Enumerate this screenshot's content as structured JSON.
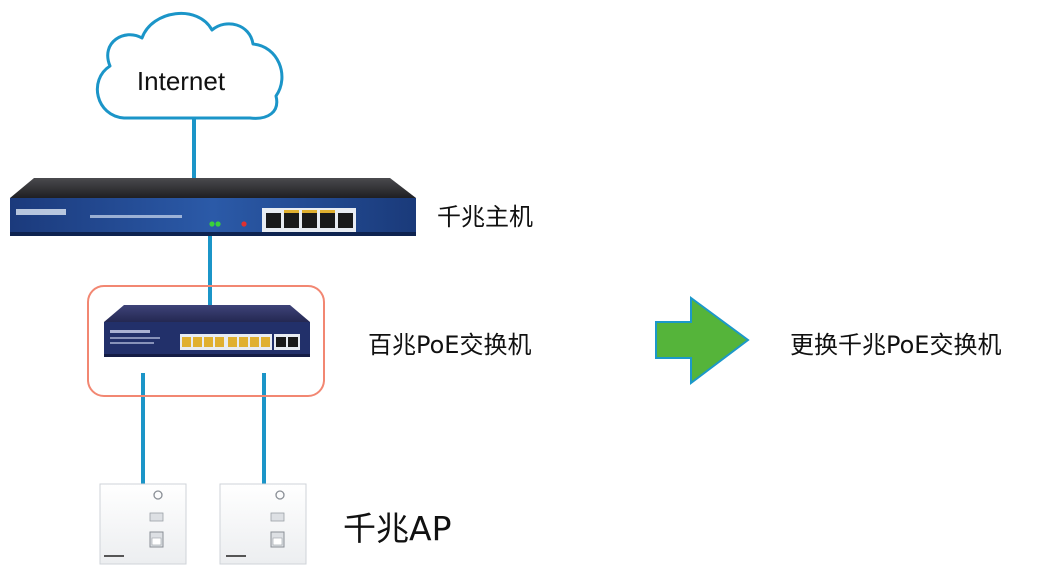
{
  "cloud": {
    "label": "Internet"
  },
  "router": {
    "label": "千兆主机"
  },
  "switch": {
    "label": "百兆PoE交换机"
  },
  "replacement": {
    "label": "更换千兆PoE交换机"
  },
  "access_points": {
    "label": "千兆AP"
  },
  "colors": {
    "link": "#1b95c8",
    "highlight_border": "#f28772",
    "arrow_fill": "#55b43a",
    "arrow_stroke": "#1c98c9",
    "router_face": "#1e3f84",
    "switch_face": "#22306a",
    "port_yellow": "#e0b030"
  }
}
